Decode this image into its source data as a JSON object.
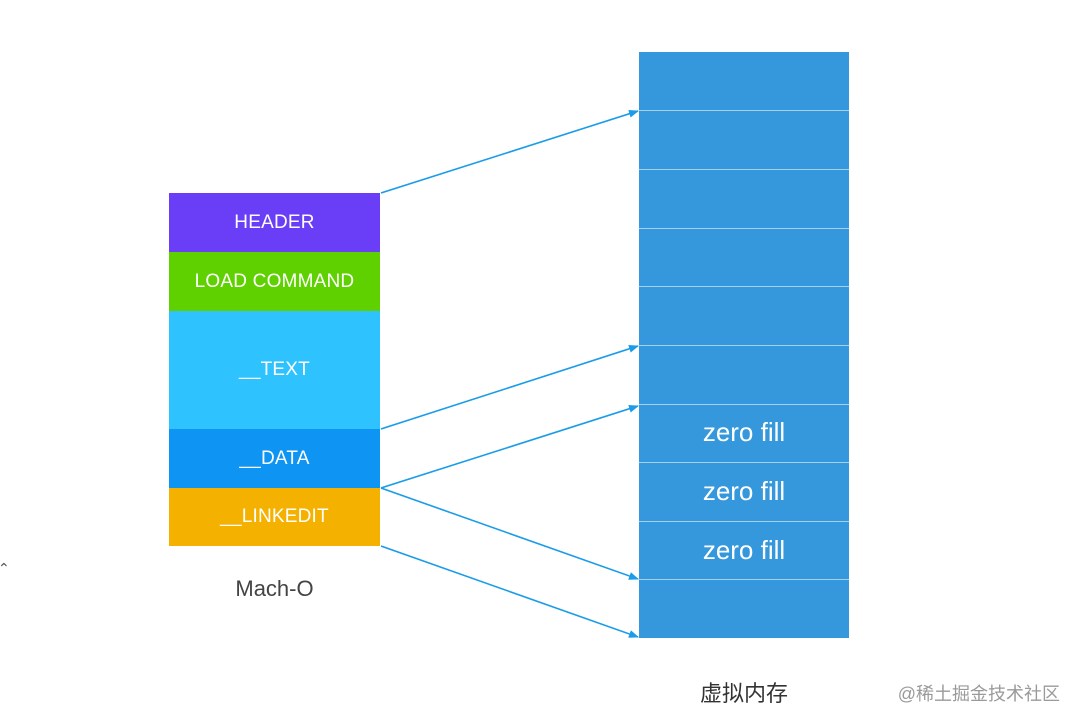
{
  "macho": {
    "label": "Mach-O",
    "segments": [
      {
        "id": "header",
        "label": "HEADER",
        "color": "#6a3df7"
      },
      {
        "id": "load_command",
        "label": "LOAD COMMAND",
        "color": "#5fd000"
      },
      {
        "id": "text",
        "label": "__TEXT",
        "color": "#2ec3ff"
      },
      {
        "id": "data",
        "label": "__DATA",
        "color": "#0e94f2"
      },
      {
        "id": "linkedit",
        "label": "__LINKEDIT",
        "color": "#f5b100"
      }
    ]
  },
  "virtual_memory": {
    "label": "虚拟内存",
    "color": "#3598dc",
    "rows": [
      "",
      "",
      "",
      "",
      "",
      "",
      "zero fill",
      "zero fill",
      "zero fill",
      ""
    ]
  },
  "arrow_color": "#1a9ce8",
  "watermark": "@稀土掘金技术社区"
}
